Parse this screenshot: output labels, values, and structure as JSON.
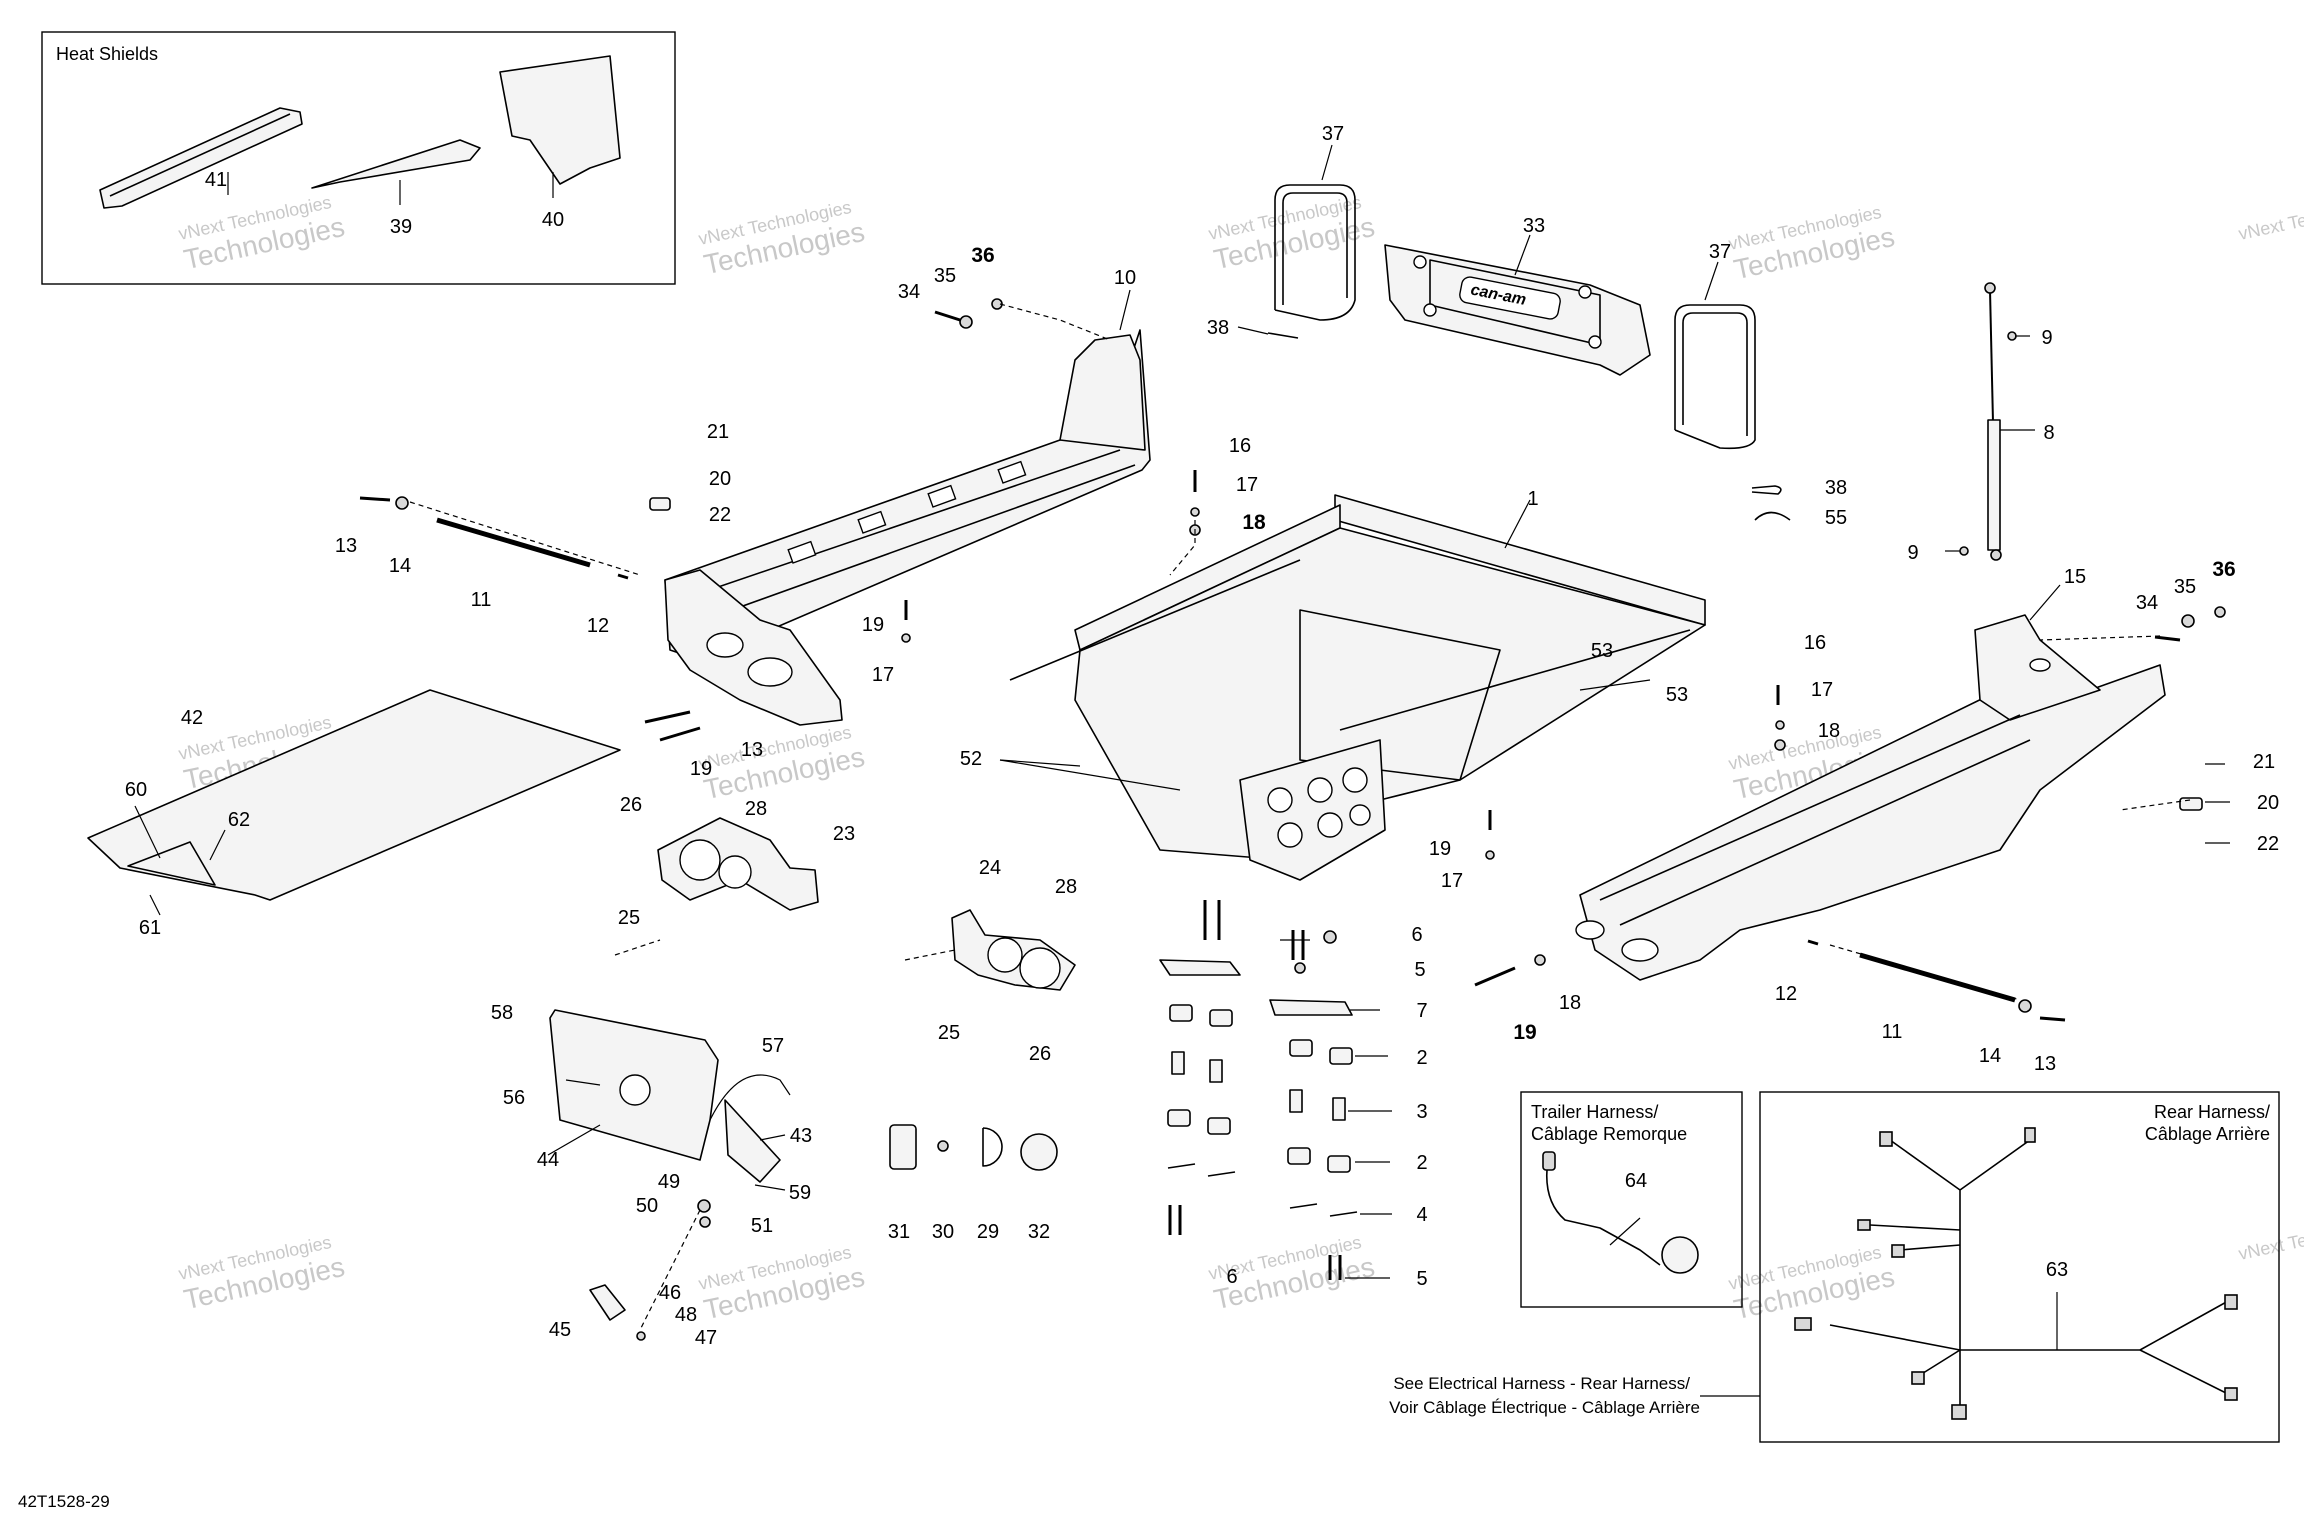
{
  "diagram": {
    "figure_id": "42T1528-29",
    "watermark_line1": "vNext Technologies",
    "watermark_line2": "Technologies",
    "brand_logo_text": "can-am"
  },
  "insets": {
    "heat_shields": {
      "title": "Heat Shields"
    },
    "trailer_harness": {
      "title_line1": "Trailer Harness/",
      "title_line2": "Câblage Remorque"
    },
    "rear_harness": {
      "title_line1": "Rear Harness/",
      "title_line2": "Câblage Arrière"
    }
  },
  "reference_note": {
    "line1": "See Electrical Harness - Rear Harness/",
    "line2": "Voir Câblage Électrique - Câblage Arrière"
  },
  "callouts": [
    {
      "label": "41"
    },
    {
      "label": "39"
    },
    {
      "label": "40"
    },
    {
      "label": "34"
    },
    {
      "label": "35"
    },
    {
      "label": "36"
    },
    {
      "label": "10"
    },
    {
      "label": "37"
    },
    {
      "label": "33"
    },
    {
      "label": "37"
    },
    {
      "label": "38"
    },
    {
      "label": "9"
    },
    {
      "label": "8"
    },
    {
      "label": "9"
    },
    {
      "label": "38"
    },
    {
      "label": "55"
    },
    {
      "label": "21"
    },
    {
      "label": "20"
    },
    {
      "label": "22"
    },
    {
      "label": "13"
    },
    {
      "label": "14"
    },
    {
      "label": "11"
    },
    {
      "label": "12"
    },
    {
      "label": "16"
    },
    {
      "label": "17"
    },
    {
      "label": "18"
    },
    {
      "label": "1"
    },
    {
      "label": "19"
    },
    {
      "label": "17"
    },
    {
      "label": "53"
    },
    {
      "label": "53"
    },
    {
      "label": "52"
    },
    {
      "label": "15"
    },
    {
      "label": "34"
    },
    {
      "label": "35"
    },
    {
      "label": "36"
    },
    {
      "label": "16"
    },
    {
      "label": "17"
    },
    {
      "label": "18"
    },
    {
      "label": "21"
    },
    {
      "label": "20"
    },
    {
      "label": "22"
    },
    {
      "label": "42"
    },
    {
      "label": "60"
    },
    {
      "label": "62"
    },
    {
      "label": "61"
    },
    {
      "label": "19"
    },
    {
      "label": "13"
    },
    {
      "label": "26"
    },
    {
      "label": "28"
    },
    {
      "label": "23"
    },
    {
      "label": "25"
    },
    {
      "label": "24"
    },
    {
      "label": "28"
    },
    {
      "label": "25"
    },
    {
      "label": "26"
    },
    {
      "label": "19"
    },
    {
      "label": "17"
    },
    {
      "label": "6"
    },
    {
      "label": "5"
    },
    {
      "label": "7"
    },
    {
      "label": "2"
    },
    {
      "label": "3"
    },
    {
      "label": "2"
    },
    {
      "label": "4"
    },
    {
      "label": "6"
    },
    {
      "label": "5"
    },
    {
      "label": "19"
    },
    {
      "label": "18"
    },
    {
      "label": "12"
    },
    {
      "label": "11"
    },
    {
      "label": "14"
    },
    {
      "label": "13"
    },
    {
      "label": "58"
    },
    {
      "label": "57"
    },
    {
      "label": "56"
    },
    {
      "label": "44"
    },
    {
      "label": "43"
    },
    {
      "label": "49"
    },
    {
      "label": "50"
    },
    {
      "label": "51"
    },
    {
      "label": "59"
    },
    {
      "label": "45"
    },
    {
      "label": "46"
    },
    {
      "label": "48"
    },
    {
      "label": "47"
    },
    {
      "label": "31"
    },
    {
      "label": "30"
    },
    {
      "label": "29"
    },
    {
      "label": "32"
    },
    {
      "label": "64"
    },
    {
      "label": "63"
    }
  ]
}
